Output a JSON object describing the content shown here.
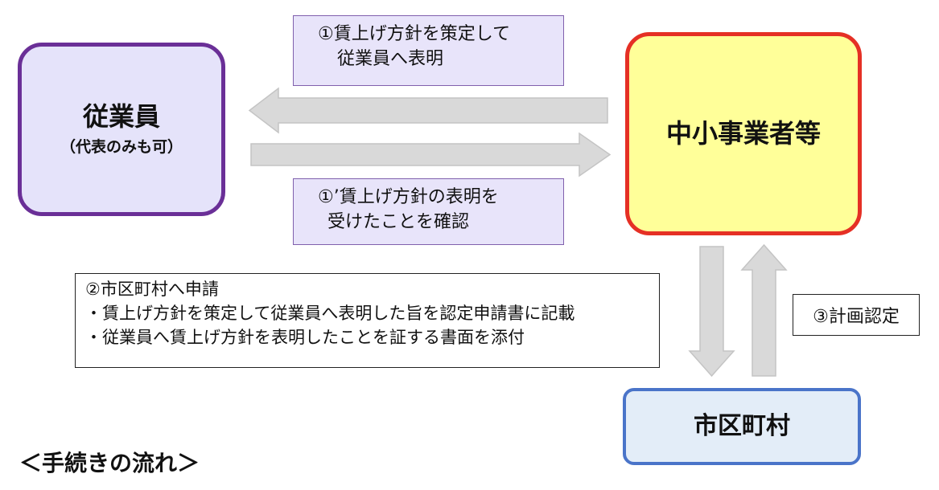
{
  "nodes": {
    "employee": {
      "title": "従業員",
      "subtitle": "（代表のみも可）"
    },
    "sme": {
      "title": "中小事業者等"
    },
    "municipality": {
      "title": "市区町村"
    }
  },
  "steps": {
    "step1": {
      "line1": "①賃上げ方針を策定して",
      "line2": "従業員へ表明"
    },
    "step1b": {
      "line1": "①’賃上げ方針の表明を",
      "line2": "受けたことを確認"
    },
    "step2": {
      "heading": "②市区町村へ申請",
      "bullets": [
        "・賃上げ方針を策定して従業員へ表明した旨を認定申請書に記載",
        "・従業員へ賃上げ方針を表明したことを証する書面を添付"
      ]
    },
    "step3": {
      "label": "③計画認定"
    }
  },
  "footer": {
    "title": "＜手続きの流れ＞"
  },
  "colors": {
    "employee_fill": "#e5e3fa",
    "employee_border": "#6a2f97",
    "sme_fill": "#ffff99",
    "sme_border": "#e53025",
    "muni_fill": "#e3edf8",
    "muni_border": "#4a74c9",
    "arrow_fill": "#d9d9d9",
    "arrow_stroke": "#bfbfbf"
  }
}
